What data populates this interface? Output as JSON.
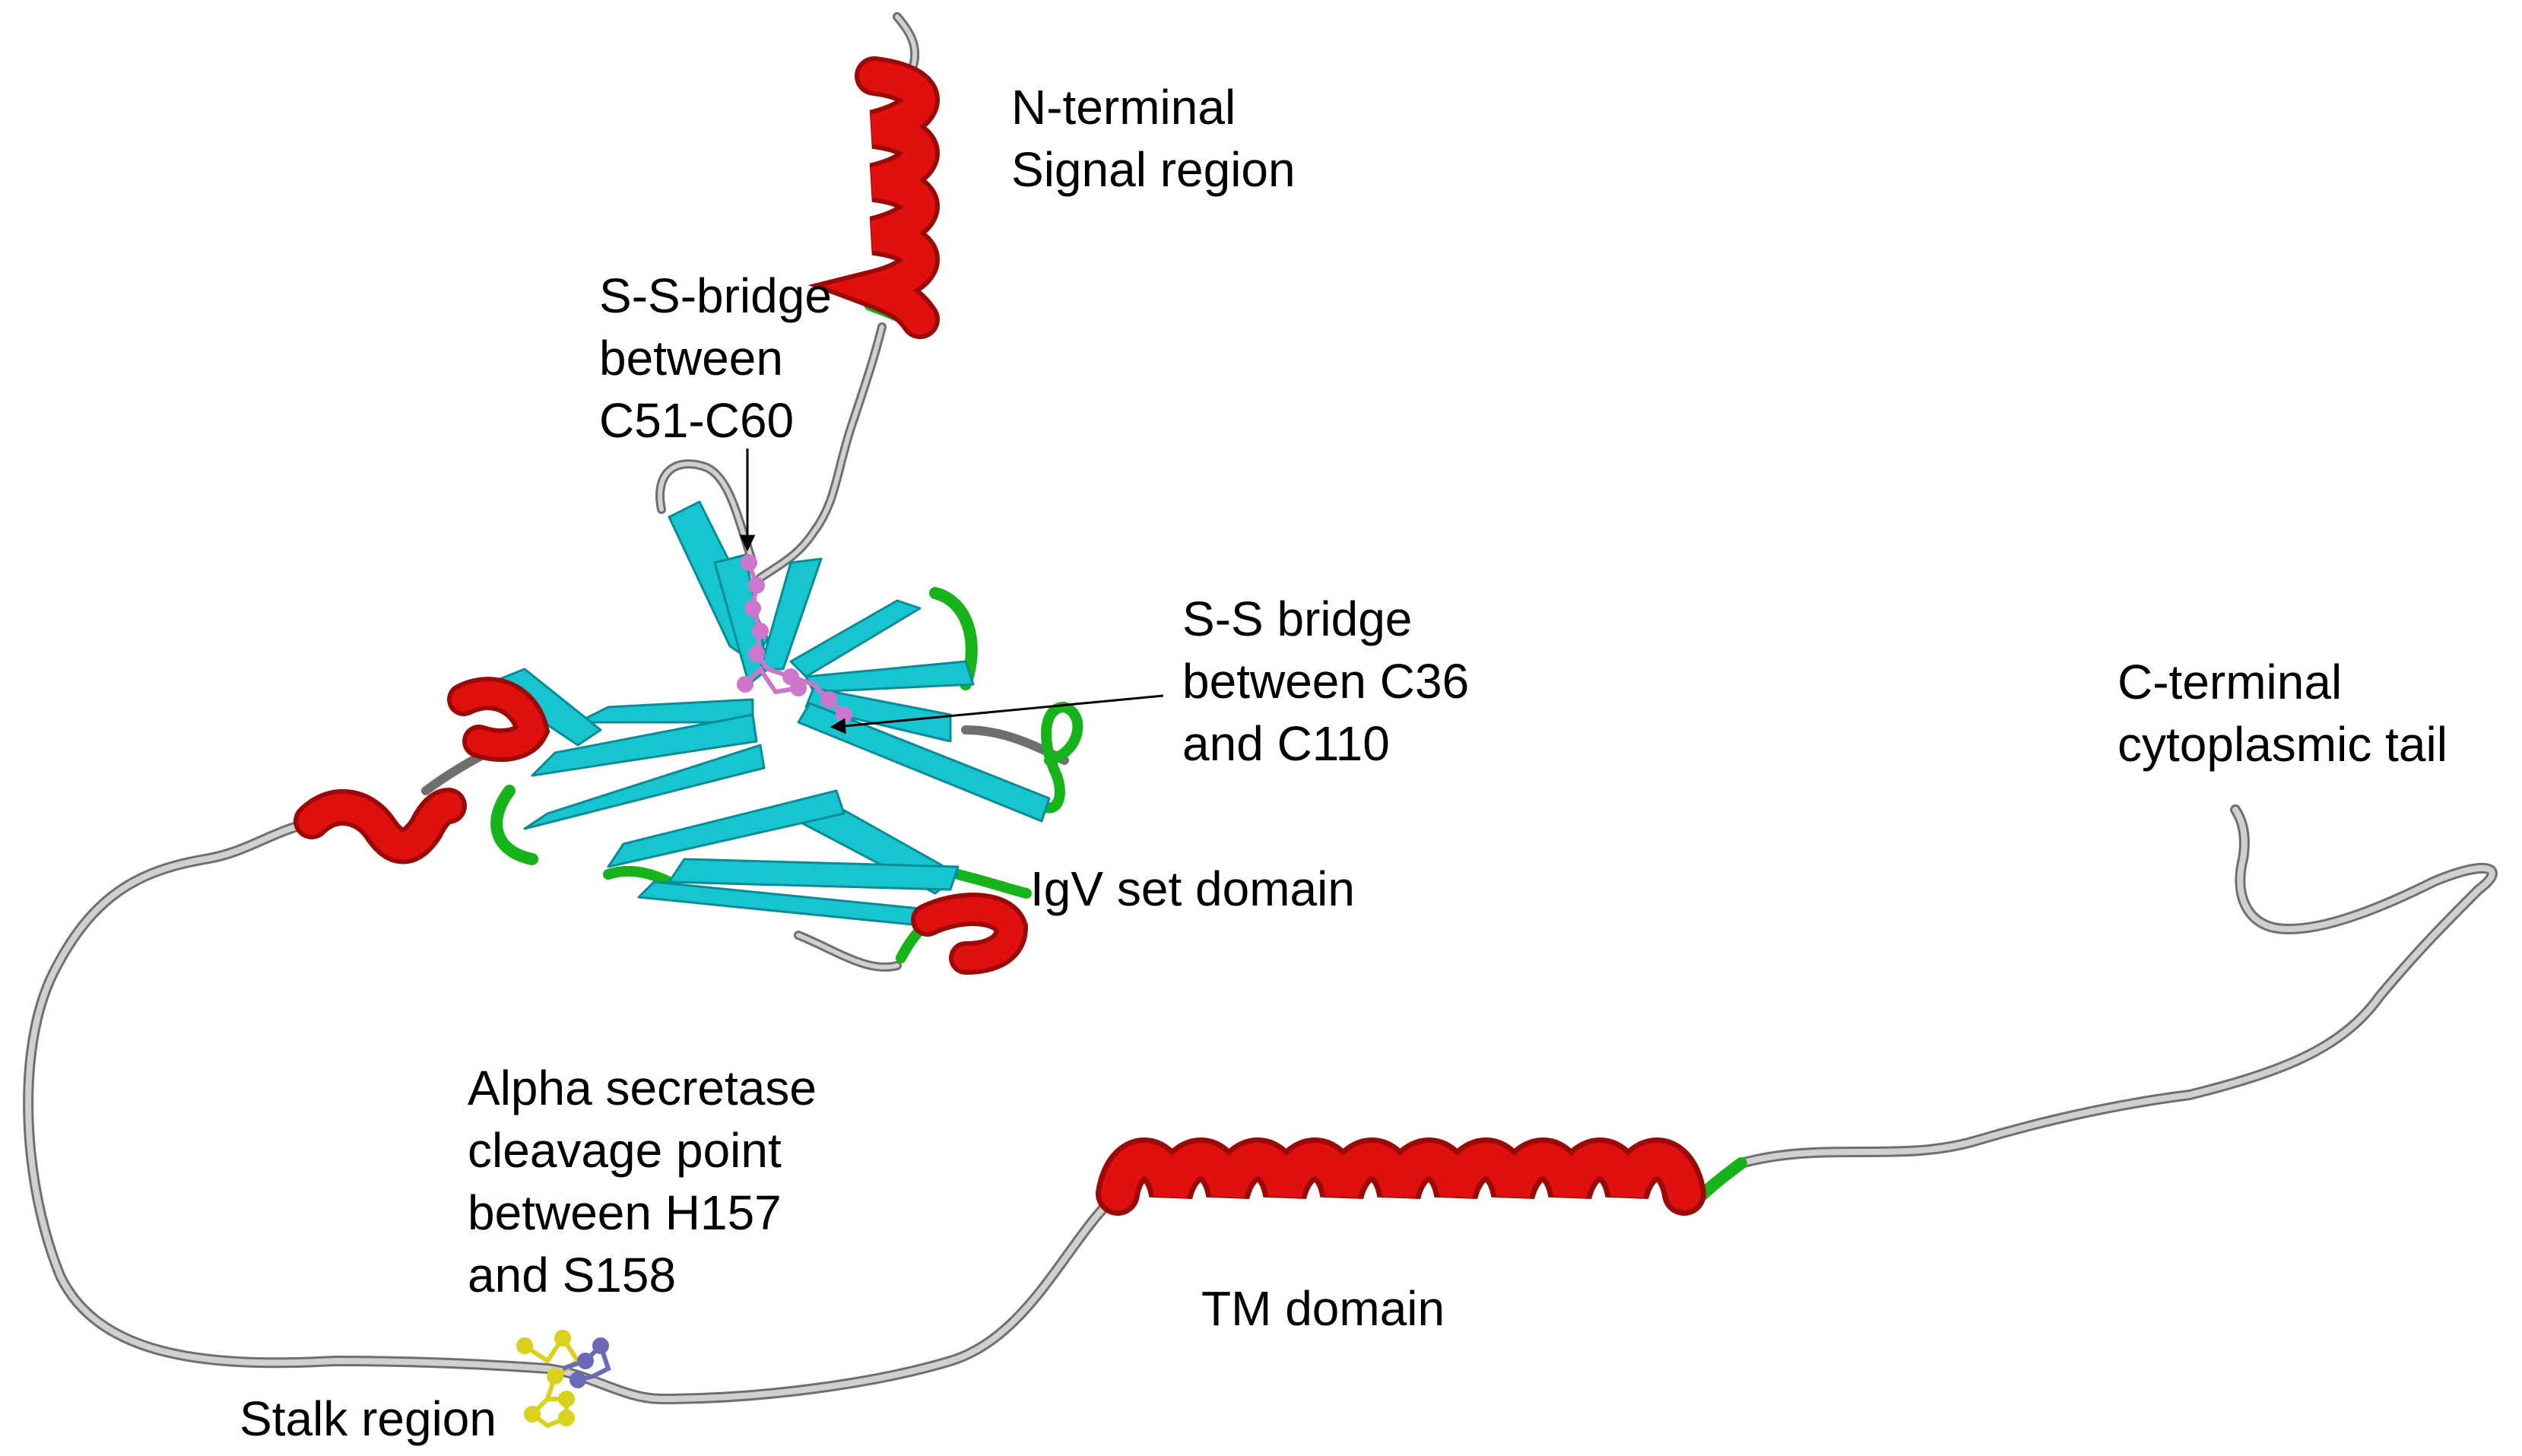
{
  "labels": {
    "n_terminal": [
      "N-terminal",
      "Signal region"
    ],
    "ss_bridge_c51_c60": [
      "S-S-bridge",
      "between",
      "C51-C60"
    ],
    "ss_bridge_c36_c110": [
      "S-S bridge",
      "between C36",
      "and C110"
    ],
    "c_terminal": [
      "C-terminal",
      "cytoplasmic tail"
    ],
    "igv_domain": [
      "IgV set domain"
    ],
    "alpha_secretase": [
      "Alpha secretase",
      "cleavage point",
      "between H157",
      "and S158"
    ],
    "tm_domain": [
      "TM domain"
    ],
    "stalk_region": [
      "Stalk region"
    ]
  },
  "colors": {
    "helix": "#e0100f",
    "helix_dark": "#9c0a08",
    "strand": "#17c5d1",
    "strand_dark": "#0a8c96",
    "turn": "#17b31a",
    "coil": "#b5b5b5",
    "coil_dark": "#6f6f6f",
    "disulfide": "#cc77cc",
    "stalk_residue_1": "#d8d21a",
    "stalk_residue_2": "#6a6ab8",
    "text": "#000000"
  }
}
